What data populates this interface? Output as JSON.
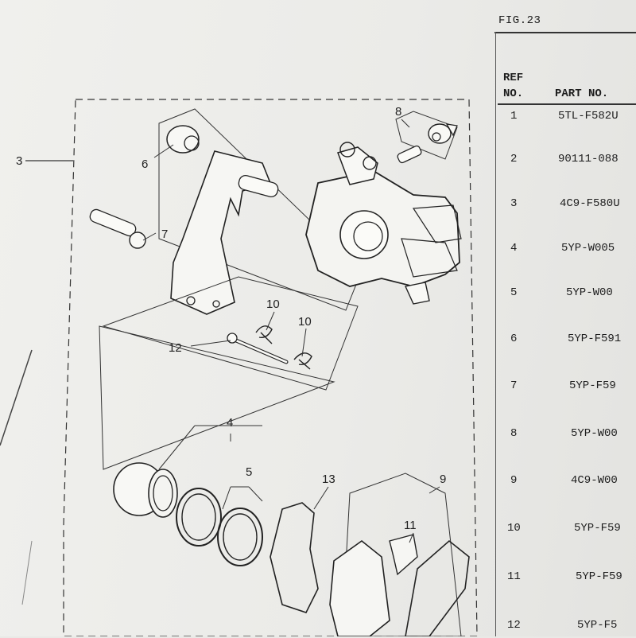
{
  "figure": {
    "label": "FIG.23"
  },
  "table": {
    "header_ref": "REF",
    "header_no": "NO.",
    "header_part": "PART NO.",
    "rows": [
      {
        "ref": "1",
        "part": "5TL-F582U"
      },
      {
        "ref": "2",
        "part": "90111-088"
      },
      {
        "ref": "3",
        "part": "4C9-F580U"
      },
      {
        "ref": "4",
        "part": "5YP-W005"
      },
      {
        "ref": "5",
        "part": "5YP-W00"
      },
      {
        "ref": "6",
        "part": "5YP-F591"
      },
      {
        "ref": "7",
        "part": "5YP-F59"
      },
      {
        "ref": "8",
        "part": "5YP-W00"
      },
      {
        "ref": "9",
        "part": "4C9-W00"
      },
      {
        "ref": "10",
        "part": "5YP-F59"
      },
      {
        "ref": "11",
        "part": "5YP-F59"
      },
      {
        "ref": "12",
        "part": "5YP-F5"
      }
    ]
  },
  "diagram": {
    "callouts": {
      "c3": "3",
      "c4": "4",
      "c5": "5",
      "c6": "6",
      "c7": "7",
      "c8": "8",
      "c9": "9",
      "c10a": "10",
      "c10b": "10",
      "c11": "11",
      "c12": "12",
      "c13": "13"
    }
  }
}
